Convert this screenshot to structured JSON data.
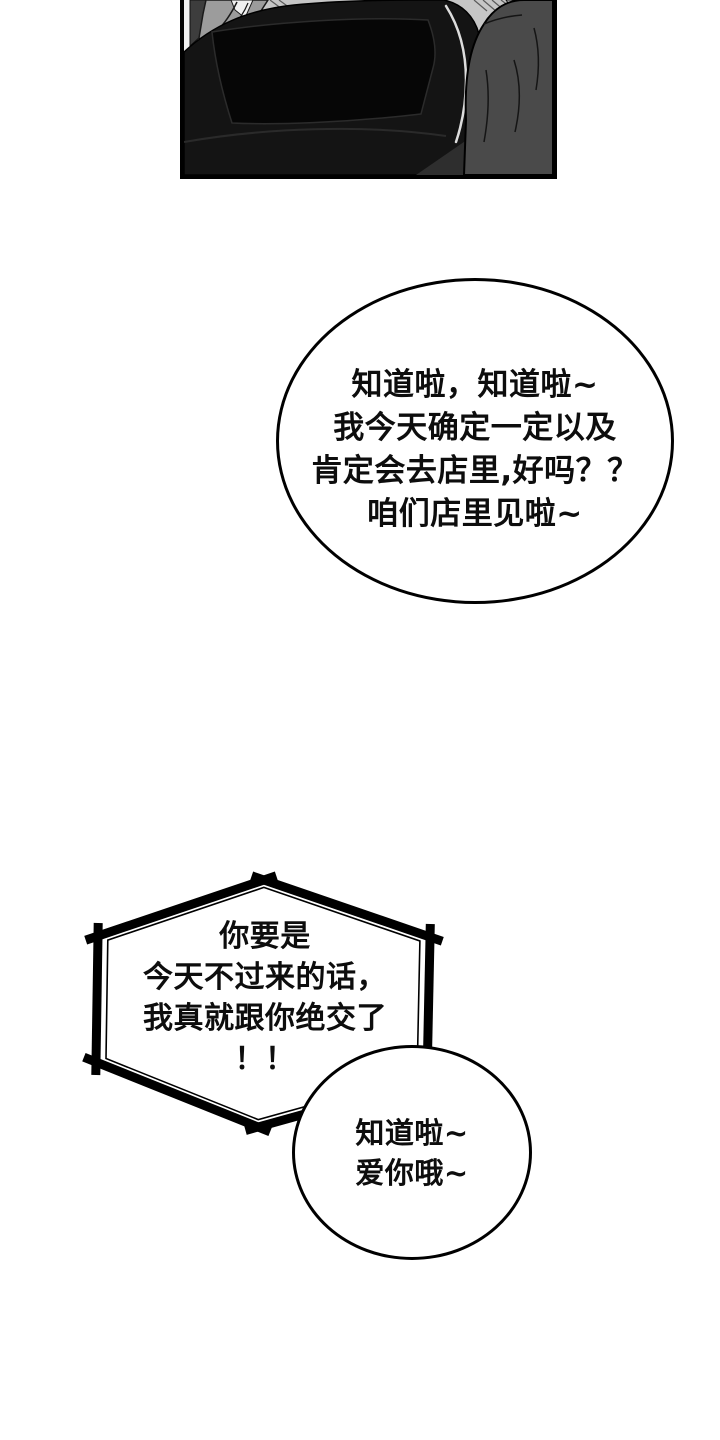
{
  "page_kind": "webtoon-comic-page",
  "panel": {
    "name": "car-scene-panel",
    "colors": {
      "background": "#c6c6c6",
      "car_body": "#141414",
      "windshield": "#060606",
      "back_man_jacket": "#4a4a4a",
      "suit_jacket": "#9c9c9c",
      "shirt": "#f1f1f1",
      "ink": "#000000"
    }
  },
  "bubbles": {
    "ellipse": {
      "lines": [
        "知道啦，知道啦~",
        "我今天确定一定以及",
        "肯定会去店里,好吗？？",
        "咱们店里见啦~"
      ]
    },
    "shout": {
      "lines": [
        "你要是",
        "今天不过来的话，",
        "我真就跟你绝交了",
        "！！"
      ]
    },
    "circle": {
      "lines": [
        "知道啦~",
        "爱你哦~"
      ]
    }
  }
}
